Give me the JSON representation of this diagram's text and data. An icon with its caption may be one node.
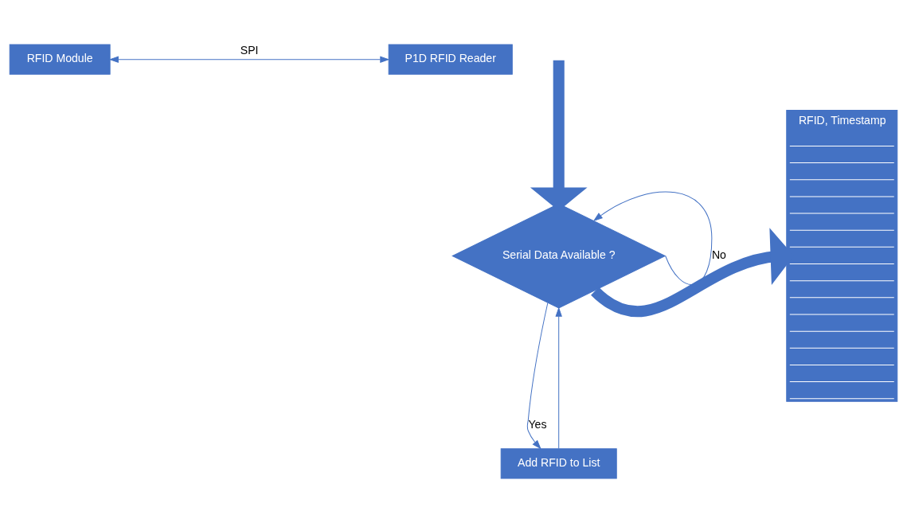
{
  "diagram": {
    "nodes": [
      {
        "text": [
          "RFID Module"
        ]
      },
      {
        "text": [
          "P1D RFID Reader"
        ]
      },
      {
        "text": [
          "Serial Data Available ?"
        ]
      },
      {
        "text": [
          "Add RFID to List"
        ]
      },
      {
        "text": [
          "RFID, Timestamp"
        ]
      }
    ],
    "edges": [
      {
        "from": 0,
        "to": 1,
        "arrow": "both",
        "label": "SPI"
      },
      {
        "from": null,
        "to": 2,
        "arrow": "to",
        "style": "thick"
      },
      {
        "from": 2,
        "to": 2,
        "arrow": "to",
        "label": "No"
      },
      {
        "from": 2,
        "to": 3,
        "arrow": "to",
        "label": "Yes"
      },
      {
        "from": 3,
        "to": 2,
        "arrow": "to"
      },
      {
        "from": 2,
        "to": 4,
        "arrow": "to",
        "style": "thick"
      }
    ]
  }
}
